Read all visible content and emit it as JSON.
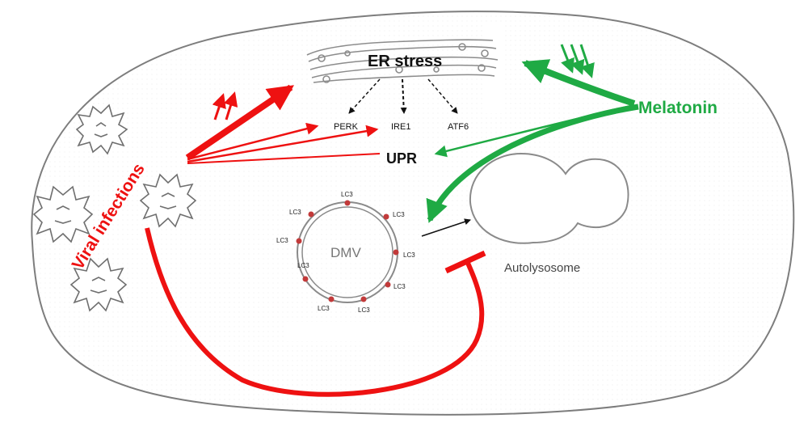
{
  "figure": {
    "labels": {
      "er_stress": "ER stress",
      "perk": "PERK",
      "ire1": "IRE1",
      "atf6": "ATF6",
      "upr": "UPR",
      "melatonin": "Melatonin",
      "viral_infections": "Viral infections",
      "dmv": "DMV",
      "autolysosome": "Autolysosome",
      "lc3": "LC3"
    },
    "colors": {
      "inhibit_red": "#ee1111",
      "melatonin_green": "#1faa44",
      "outline": "#8a8a8a",
      "lc3_dot": "#c23a3a"
    }
  }
}
